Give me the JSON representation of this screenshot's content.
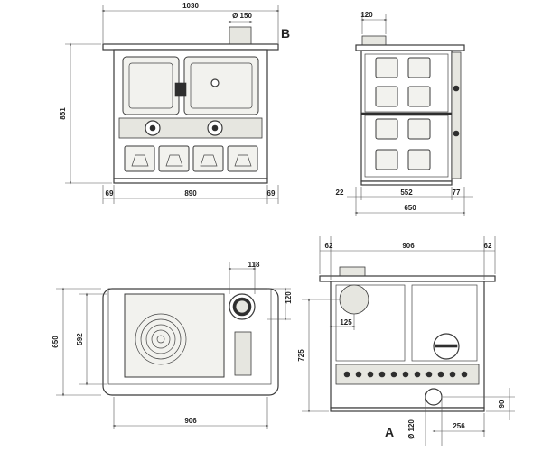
{
  "views": {
    "front": {
      "width": "1030",
      "height": "851",
      "flue_diameter": "Ø 150",
      "side_left": "69",
      "inner_width": "890",
      "side_right": "69",
      "label": "B"
    },
    "side": {
      "flue_offset": "120",
      "front_overhang": "22",
      "body_depth": "552",
      "rear_gap": "77",
      "total_depth": "650"
    },
    "top": {
      "flue_offset_x": "118",
      "flue_offset_y": "120",
      "depth": "650",
      "inner_depth": "592",
      "width": "906"
    },
    "rear": {
      "left_edge": "62",
      "width": "906",
      "right_edge": "62",
      "flue_offset": "125",
      "flue_height": "725",
      "air_intake_height": "90",
      "air_intake_diameter": "Ø 120",
      "air_intake_offset": "256",
      "label": "A"
    }
  },
  "colors": {
    "line": "#3a3a3a",
    "panel": "#f2f2ee",
    "dark": "#2e2e2e"
  }
}
